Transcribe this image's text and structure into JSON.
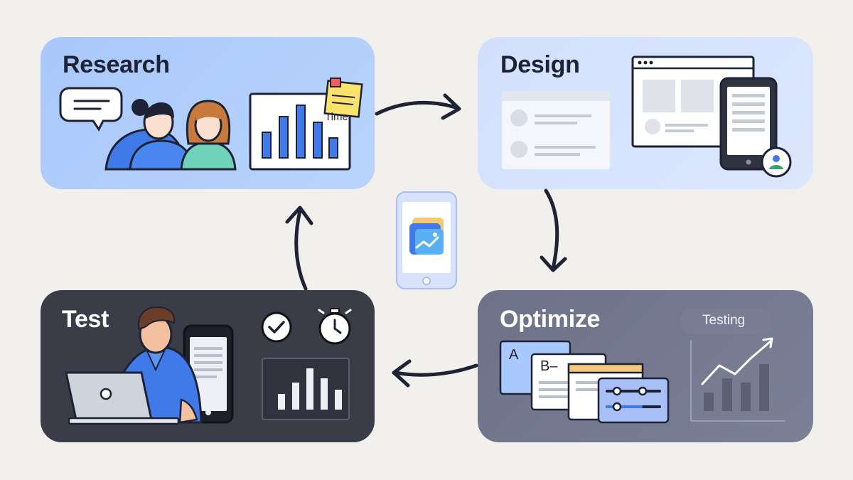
{
  "stages": {
    "research": {
      "title": "Research",
      "sticky_note": "Time"
    },
    "design": {
      "title": "Design"
    },
    "test": {
      "title": "Test"
    },
    "optimize": {
      "title": "Optimize",
      "chip": "Testing",
      "variant_a": "A",
      "variant_b": "B–"
    }
  },
  "flow": [
    "research",
    "design",
    "optimize",
    "test"
  ],
  "icons": {
    "center": "mobile-app-icon",
    "research": [
      "chat-bubble-icon",
      "users-icon",
      "bar-chart-icon",
      "sticky-note-icon"
    ],
    "design": [
      "wireframe-card-icon",
      "browser-window-icon",
      "mobile-phone-icon",
      "user-badge-icon"
    ],
    "test": [
      "person-with-laptop-icon",
      "phone-icon",
      "checkmark-icon",
      "stopwatch-icon",
      "bar-chart-icon"
    ],
    "optimize": [
      "ab-variants-icon",
      "sliders-icon",
      "trend-chart-icon"
    ]
  },
  "colors": {
    "background": "#f1f0ec",
    "research": "#a9c8fb",
    "design": "#d2e0fd",
    "test": "#3a3d48",
    "optimize": "#6d7288",
    "arrow": "#1d2235",
    "accent_blue": "#3f7ae8"
  }
}
